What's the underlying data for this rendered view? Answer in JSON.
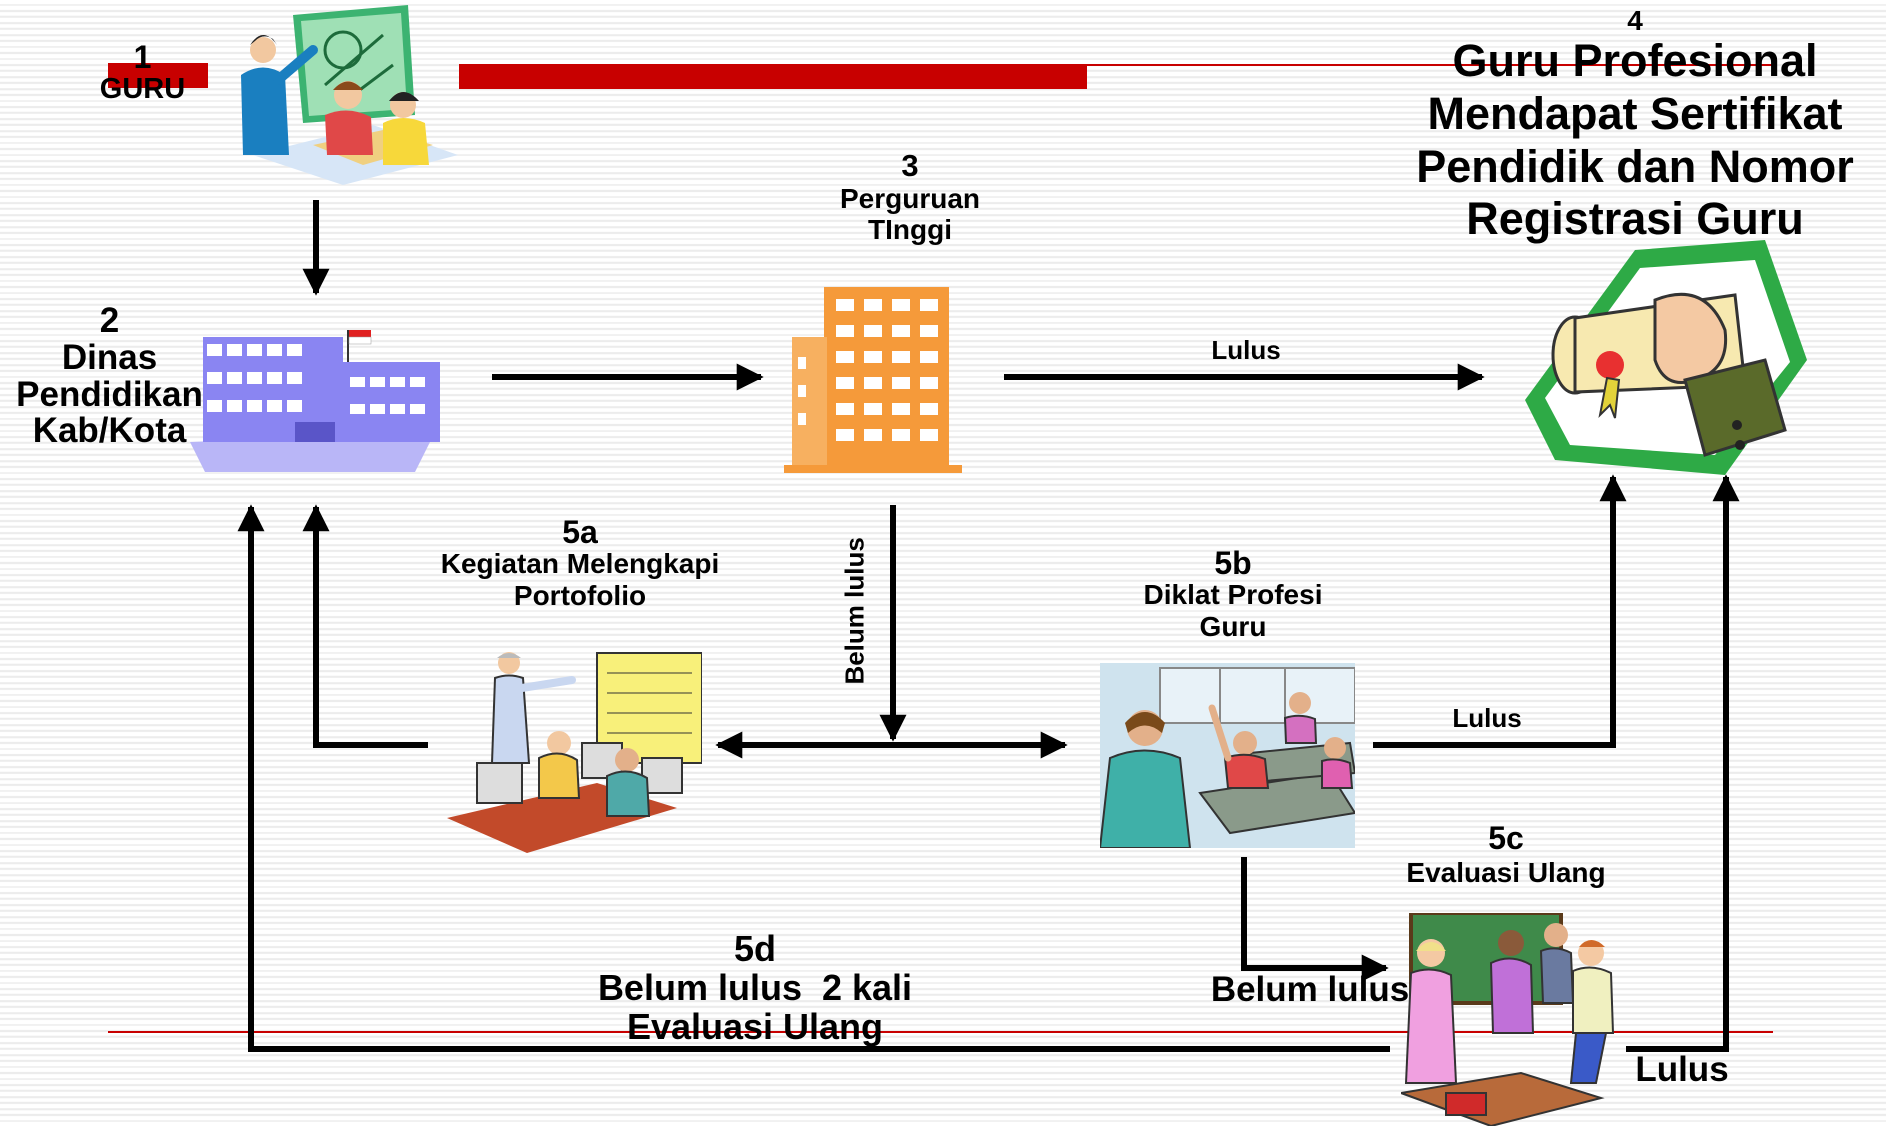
{
  "colors": {
    "accent_red": "#c80000",
    "arrow": "#000000",
    "teacher_clothes": "#1a7fc0",
    "office_blue": "#8a85f2",
    "uni_orange": "#f59a3a",
    "cert_green": "#2eaa46"
  },
  "nodes": {
    "guru": {
      "number": "1",
      "label": "GURU",
      "icon": "teacher-whiteboard-icon"
    },
    "dinas": {
      "number": "2",
      "line1": "Dinas",
      "line2": "Pendidikan",
      "line3": "Kab/Kota",
      "icon": "government-office-building-icon"
    },
    "pt": {
      "number": "3",
      "line1": "Perguruan",
      "line2": "TInggi",
      "icon": "university-building-icon"
    },
    "guru_prof": {
      "number": "4",
      "line1": "Guru Profesional",
      "line2": "Mendapat Sertifikat",
      "line3": "Pendidik dan Nomor",
      "line4": "Registrasi Guru",
      "icon": "certificate-scroll-hand-icon"
    },
    "n5a": {
      "number": "5a",
      "line1": "Kegiatan Melengkapi",
      "line2": "Portofolio",
      "icon": "computer-lab-icon"
    },
    "n5b": {
      "number": "5b",
      "line1": "Diklat Profesi",
      "line2": "Guru",
      "icon": "classroom-students-icon"
    },
    "n5c": {
      "number": "5c",
      "line1": "Evaluasi Ulang",
      "icon": "teacher-discussion-icon"
    },
    "n5d": {
      "number": "5d",
      "line1": "Belum lulus  2 kali",
      "line2": "Evaluasi Ulang"
    }
  },
  "edges": {
    "lulus_pt": "Lulus",
    "belum_lulus_pt": "Belum lulus",
    "lulus_5b": "Lulus",
    "belum_lulus_5b": "Belum lulus",
    "lulus_5c": "Lulus"
  }
}
